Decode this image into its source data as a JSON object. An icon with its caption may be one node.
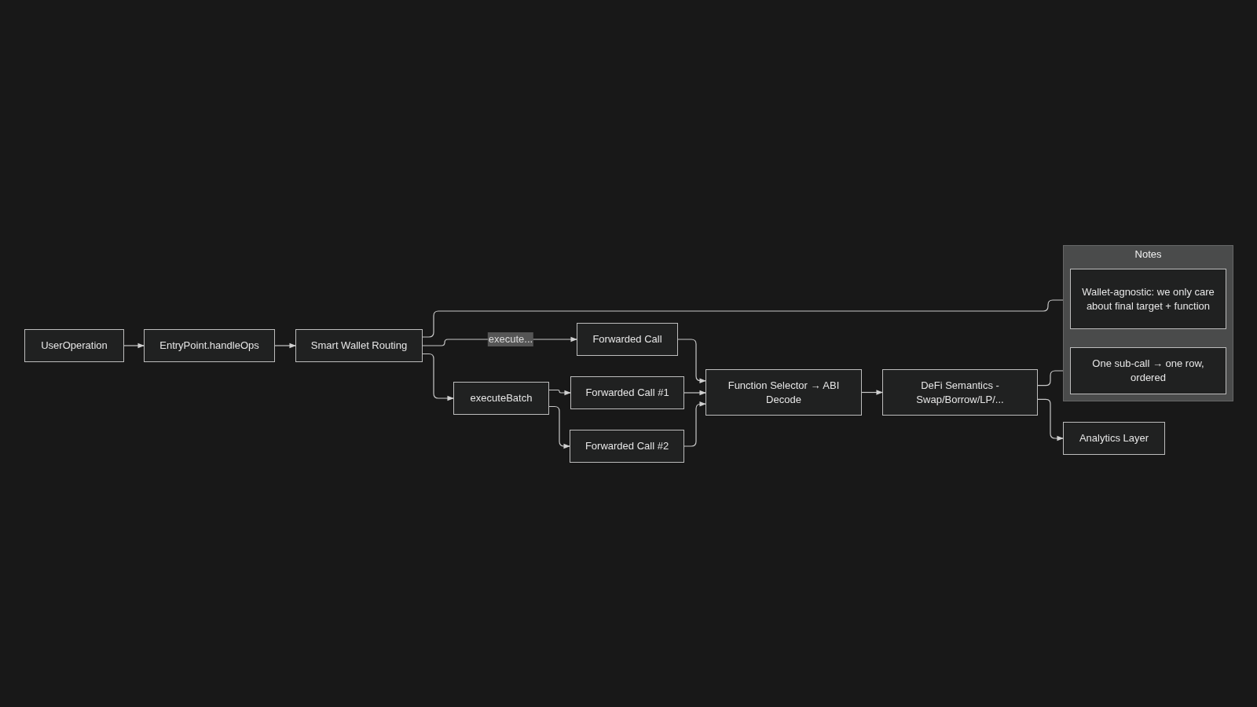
{
  "diagram": {
    "nodes": [
      {
        "text": [
          "UserOperation"
        ]
      },
      {
        "text": [
          "EntryPoint.handleOps"
        ]
      },
      {
        "text": [
          "Smart Wallet Routing"
        ]
      },
      {
        "text": [
          "Forwarded Call"
        ]
      },
      {
        "text": [
          "executeBatch"
        ]
      },
      {
        "text": [
          "Forwarded Call #1"
        ]
      },
      {
        "text": [
          "Forwarded Call #2"
        ]
      },
      {
        "text": [
          "Function Selector → ABI Decode"
        ]
      },
      {
        "text": [
          "DeFi Semantics - Swap/Borrow/LP/..."
        ]
      },
      {
        "text": [
          "Notes"
        ]
      },
      {
        "text": [
          "Wallet-agnostic: we only care about final target + function"
        ],
        "in": 9
      },
      {
        "text": [
          "One sub-call → one row, ordered"
        ],
        "in": 9
      },
      {
        "text": [
          "Analytics Layer"
        ]
      }
    ],
    "edges": [
      {
        "from": 0,
        "to": 1,
        "arrow": "to"
      },
      {
        "from": 1,
        "to": 2,
        "arrow": "to"
      },
      {
        "from": 2,
        "to": 3,
        "arrow": "to",
        "label": "execute..."
      },
      {
        "from": 2,
        "to": 4,
        "arrow": "to"
      },
      {
        "from": 2,
        "to": 10,
        "arrow": "none"
      },
      {
        "from": 4,
        "to": 5,
        "arrow": "to"
      },
      {
        "from": 4,
        "to": 6,
        "arrow": "to"
      },
      {
        "from": 3,
        "to": 7,
        "arrow": "to"
      },
      {
        "from": 5,
        "to": 7,
        "arrow": "to"
      },
      {
        "from": 6,
        "to": 7,
        "arrow": "to"
      },
      {
        "from": 7,
        "to": 8,
        "arrow": "to"
      },
      {
        "from": 8,
        "to": 11,
        "arrow": "none"
      },
      {
        "from": 8,
        "to": 12,
        "arrow": "to"
      }
    ]
  }
}
